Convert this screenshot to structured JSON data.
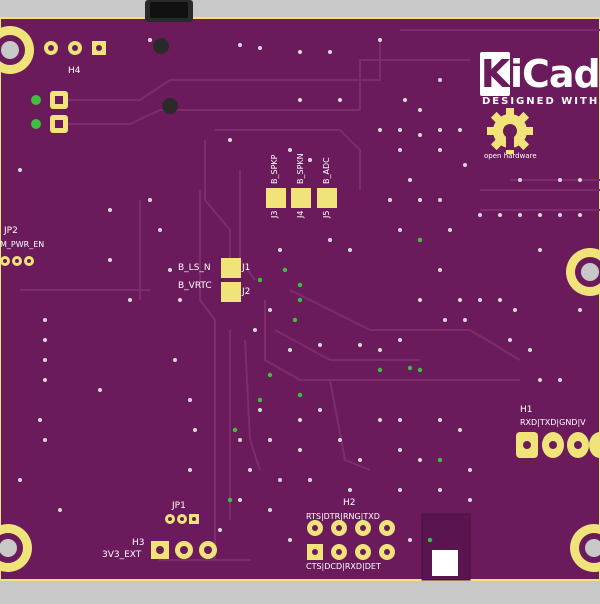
{
  "board": {
    "colors": {
      "board": "#6b1b5b",
      "silkscreen": "#ffffff",
      "pad": "#f0e37a",
      "pad_edge": "#d9c94a",
      "trace": "#7d2c6c",
      "via": "#d8d8d8",
      "green_via": "#3fbf3f",
      "background": "#c8c8c8"
    },
    "logo": {
      "word_k": "K",
      "word_rest": "iCad",
      "tagline": "DESIGNED WITH",
      "open_hardware": "open hardware",
      "gear_icon": "gear-icon"
    },
    "refs": {
      "h1": "H1",
      "h1_pins": "RXD|TXD|GND|V",
      "h2": "H2",
      "h2_top": "RTS|DTR|RNG|TXD",
      "h2_bottom": "CTS|DCD|RXD|DET",
      "h3": "H3",
      "h3_net": "3V3_EXT",
      "h4": "H4",
      "j1": "J1",
      "j1_net": "B_LS_N",
      "j2": "J2",
      "j2_net": "B_VRTC",
      "j3": "J3",
      "j3_net": "B_SPKP",
      "j4": "J4",
      "j4_net": "B_SPKN",
      "j5": "J5",
      "j5_net": "B_ADC",
      "jp1": "JP1",
      "jp2": "JP2",
      "jp2_net": "M_PWR_EN"
    }
  }
}
